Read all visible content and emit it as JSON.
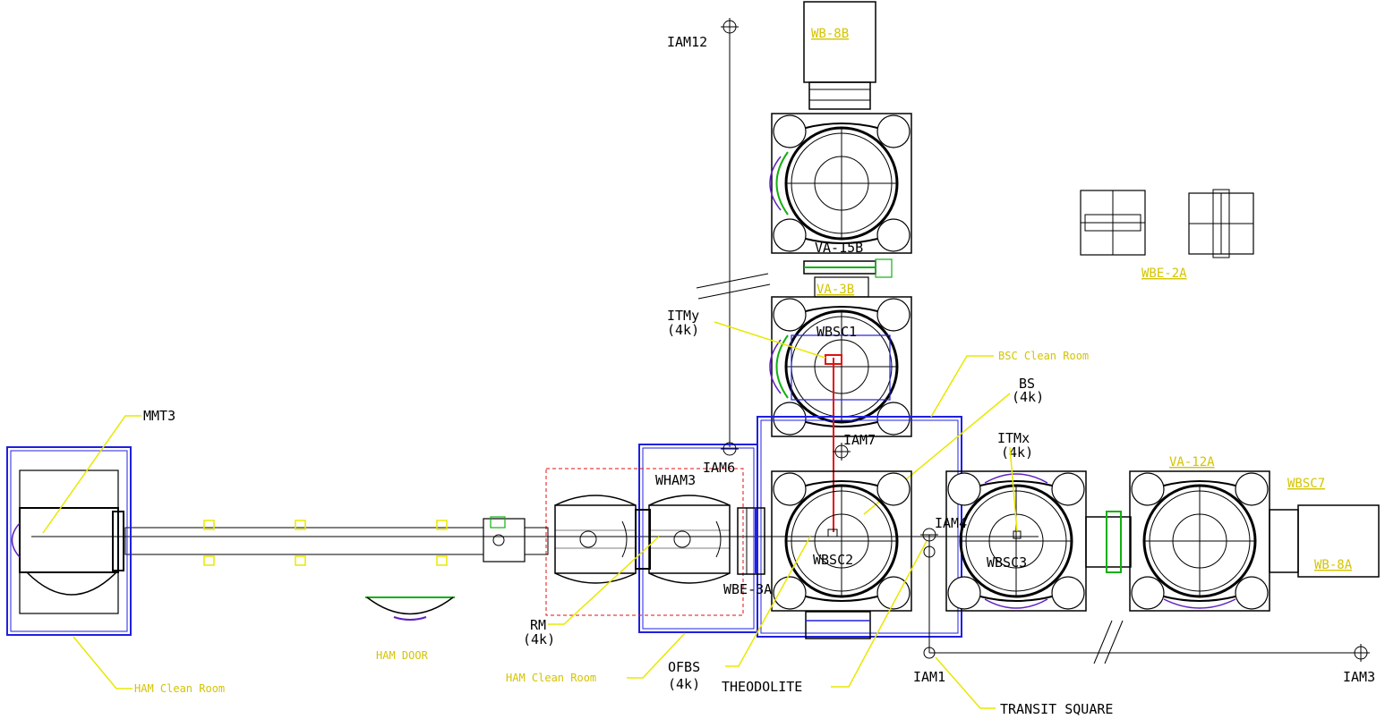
{
  "labels": {
    "iam12": "IAM12",
    "iam6": "IAM6",
    "iam7": "IAM7",
    "iam4": "IAM4",
    "iam1": "IAM1",
    "iam3": "IAM3",
    "mmt3": "MMT3",
    "itmy": "ITMy",
    "itmy_mass": "(4k)",
    "itmx": "ITMx",
    "itmx_mass": "(4k)",
    "bs": "BS",
    "bs_mass": "(4k)",
    "rm": "RM",
    "rm_mass": "(4k)",
    "ofbs": "OFBS",
    "ofbs_mass": "(4k)",
    "theodolite": "THEODOLITE",
    "transit_square": "TRANSIT SQUARE",
    "wham3": "WHAM3",
    "wbsc1": "WBSC1",
    "wbsc2": "WBSC2",
    "wbsc3": "WBSC3",
    "wb_8b": "WB-8B",
    "wb_8a": "WB-8A",
    "va_15b": "VA-15B",
    "va_3b": "VA-3B",
    "va_12a": "VA-12A",
    "wbsc7": "WBSC7",
    "wbe_2a": "WBE-2A",
    "wbe_3a": "WBE-3A",
    "bsc_clean_room": "BSC Clean Room",
    "ham_clean_room_left": "HAM Clean Room",
    "ham_clean_room_mid": "HAM Clean Room",
    "ham_door": "HAM DOOR"
  },
  "colors": {
    "chamber": "#000000",
    "clean_room": "#2020e0",
    "ham_room_dashed": "#e01010",
    "leader": "#e8e800",
    "yellow_label": "#d4c400",
    "beam": "#e01010",
    "door_seal": "#10b010"
  }
}
